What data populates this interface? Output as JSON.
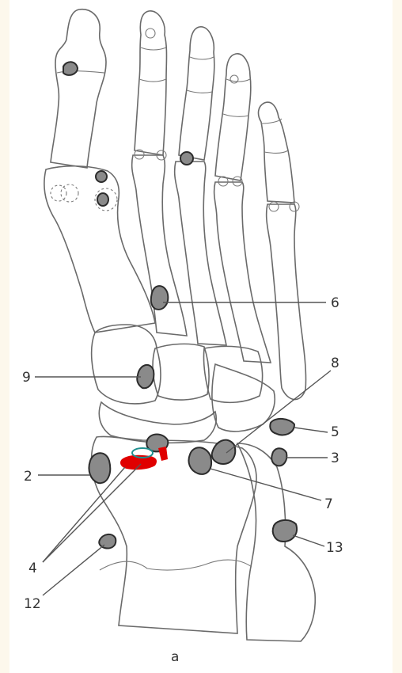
{
  "figure": {
    "caption": "a",
    "labels": {
      "l2": "2",
      "l3": "3",
      "l4": "4",
      "l5": "5",
      "l6": "6",
      "l7": "7",
      "l8": "8",
      "l9": "9",
      "l12": "12",
      "l13": "13"
    },
    "colors": {
      "marker": "#e00000",
      "ring": "#1f8f8f"
    }
  }
}
